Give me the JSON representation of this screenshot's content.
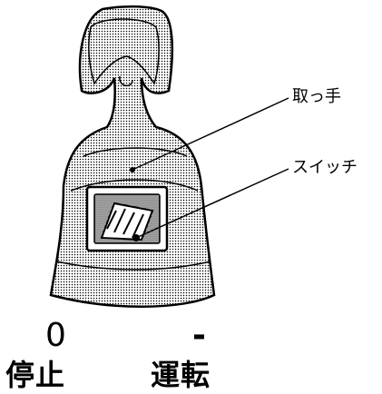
{
  "callouts": {
    "handle": "取っ手",
    "switch": "スイッチ"
  },
  "positions": {
    "stop": {
      "symbol": "0",
      "label": "停止"
    },
    "run": {
      "symbol": "-",
      "label": "運転"
    }
  },
  "colors": {
    "line": "#000000",
    "stipple": "#000000",
    "background": "#ffffff"
  }
}
